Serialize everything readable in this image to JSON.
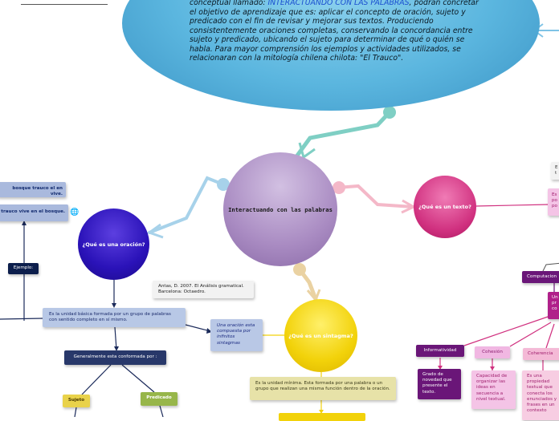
{
  "central": {
    "title": "Interactuando con las palabras"
  },
  "cloud": {
    "text_before": "conceptual llamado: ",
    "highlight": "INTERACTUANDO CON LAS PALABRAS",
    "text_after": ", podrán concretar el objetivo de aprendizaje que es: aplicar el  concepto de oración, sujeto y predicado con el fin de revisar y mejorar sus textos. Produciendo consistentemente oraciones completas, conservando la concordancia entre sujeto y predicado, ubicando el sujeto para determinar de qué o quién se habla. Para mayor comprensión los ejemplos y actividades utilizados, se relacionaran con la mitología chilena chilota: \"El Trauco\"."
  },
  "oracion": {
    "title": "¿Qué es una oración?",
    "definition": "Es la unidad básica formada por un grupo de palabras con sentido completo en sí mismo.",
    "generally": "Generalmente esta conformada por :",
    "subject": "Sujeto",
    "predicate": "Predicado",
    "example_label": "Ejemplo:",
    "example_1": "bosque trauco el en vive.",
    "example_2": "trauco vive en el bosque.",
    "compound": "Una oración esta compuesta por infinitos sintagmas",
    "reference": "Antas, D. 2007. El Análisis gramatical. Barcelona: Octaedro."
  },
  "sintagma": {
    "title": "¿Qué es un sintagma?",
    "definition": "Es la unidad mínima. Esta formada por una palabra o un grupo que realizan una misma función dentro de la oración."
  },
  "texto": {
    "title": "¿Qué es un texto?",
    "informatividad": "Informatividad",
    "grado": "Grado de novedad que presente el texto.",
    "cohesion": "Cohesión",
    "capacidad": "Capacidad de organizar las ideas en secuencia a nivel textual.",
    "coherencia": "Coherencia",
    "es_una": "Es una propiedad textual que conecta los enunciados y frases en un contexto",
    "computacion": "Computacion",
    "un": "Un pr co",
    "es": "Es po po",
    "e": "E t"
  },
  "colors": {
    "cloud": "#5bb6df",
    "central": "#a98bc2",
    "oracion": "#2a12b8",
    "texto": "#d0307f",
    "sintagma": "#f2d20a",
    "connector_teal": "#7fcfc4",
    "connector_blue": "#a7d2ea",
    "connector_pink": "#f4b8c8",
    "connector_gold": "#ead2a2"
  }
}
